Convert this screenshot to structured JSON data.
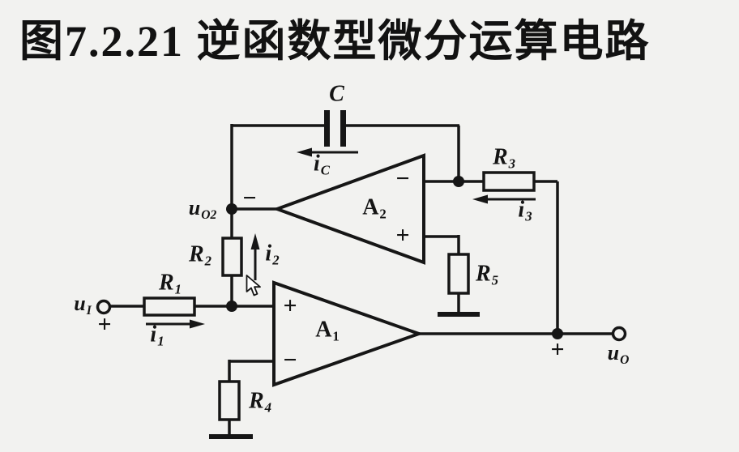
{
  "title": "图7.2.21 逆函数型微分运算电路",
  "colors": {
    "background": "#f2f2f0",
    "ink": "#161616"
  },
  "labels": {
    "c": {
      "base": "C",
      "sub": ""
    },
    "i_c": {
      "base": "i",
      "sub": "C"
    },
    "i_1": {
      "base": "i",
      "sub": "1"
    },
    "i_2": {
      "base": "i",
      "sub": "2"
    },
    "i_3": {
      "base": "i",
      "sub": "3"
    },
    "r_1": {
      "base": "R",
      "sub": "1"
    },
    "r_2": {
      "base": "R",
      "sub": "2"
    },
    "r_3": {
      "base": "R",
      "sub": "3"
    },
    "r_4": {
      "base": "R",
      "sub": "4"
    },
    "r_5": {
      "base": "R",
      "sub": "5"
    },
    "a_1": {
      "base": "A",
      "sub": "1"
    },
    "a_2": {
      "base": "A",
      "sub": "2"
    },
    "u_i": {
      "base": "u",
      "sub": "I"
    },
    "u_o": {
      "base": "u",
      "sub": "O"
    },
    "u_o2": {
      "base": "u",
      "sub": "O2"
    }
  },
  "marks": {
    "u_i_polarity": "+",
    "u_o_polarity": "+",
    "u_o2_polarity": "−",
    "a1_noninv": "+",
    "a1_inv": "−",
    "a2_noninv": "+",
    "a2_inv": "−"
  }
}
